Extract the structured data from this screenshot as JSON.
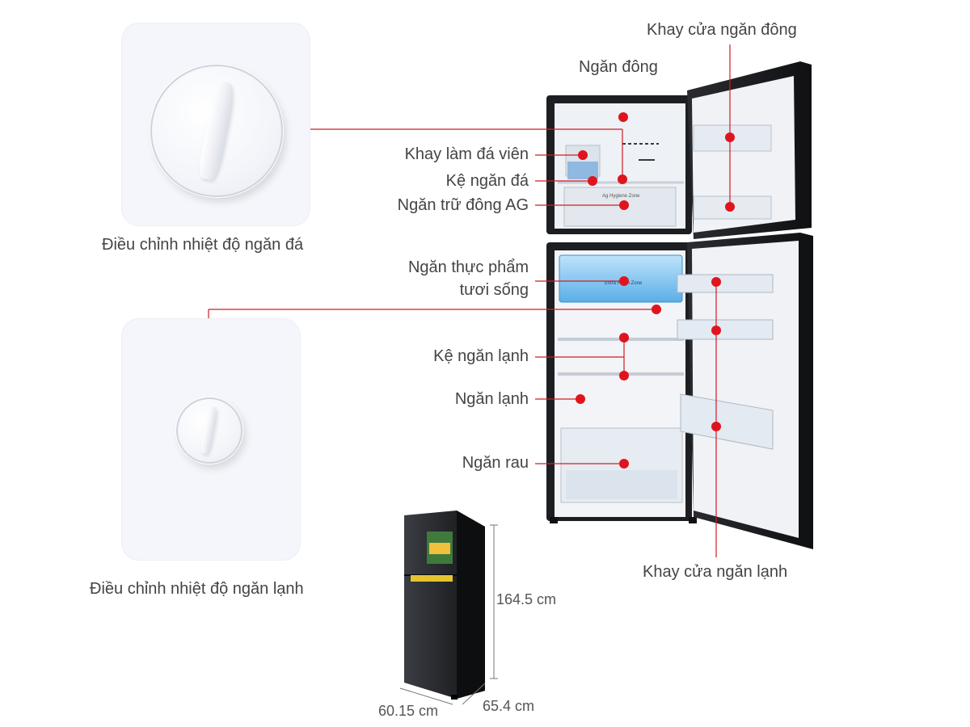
{
  "labels": {
    "khay_cua_ngan_dong": "Khay cửa ngăn đông",
    "ngan_dong": "Ngăn đông",
    "khay_lam_da_vien": "Khay làm đá viên",
    "ke_ngan_da": "Kệ ngăn đá",
    "ngan_tru_dong_ag": "Ngăn trữ đông AG",
    "ngan_thuc_pham_line1": "Ngăn thực phẩm",
    "ngan_thuc_pham_line2": "tươi sống",
    "ke_ngan_lanh": "Kệ ngăn lạnh",
    "ngan_lanh": "Ngăn lạnh",
    "ngan_rau": "Ngăn rau",
    "khay_cua_ngan_lanh": "Khay cửa ngăn lạnh",
    "dieu_chinh_ngan_da": "Điều chỉnh nhiệt độ ngăn đá",
    "dieu_chinh_ngan_lanh": "Điều chỉnh nhiệt độ ngăn lạnh"
  },
  "dimensions": {
    "height": "164.5 cm",
    "width": "60.15 cm",
    "depth": "65.4 cm"
  },
  "colors": {
    "accent": "#e0141e",
    "fridge_body": "#1c1d20",
    "interior": "#f1f3f6"
  }
}
